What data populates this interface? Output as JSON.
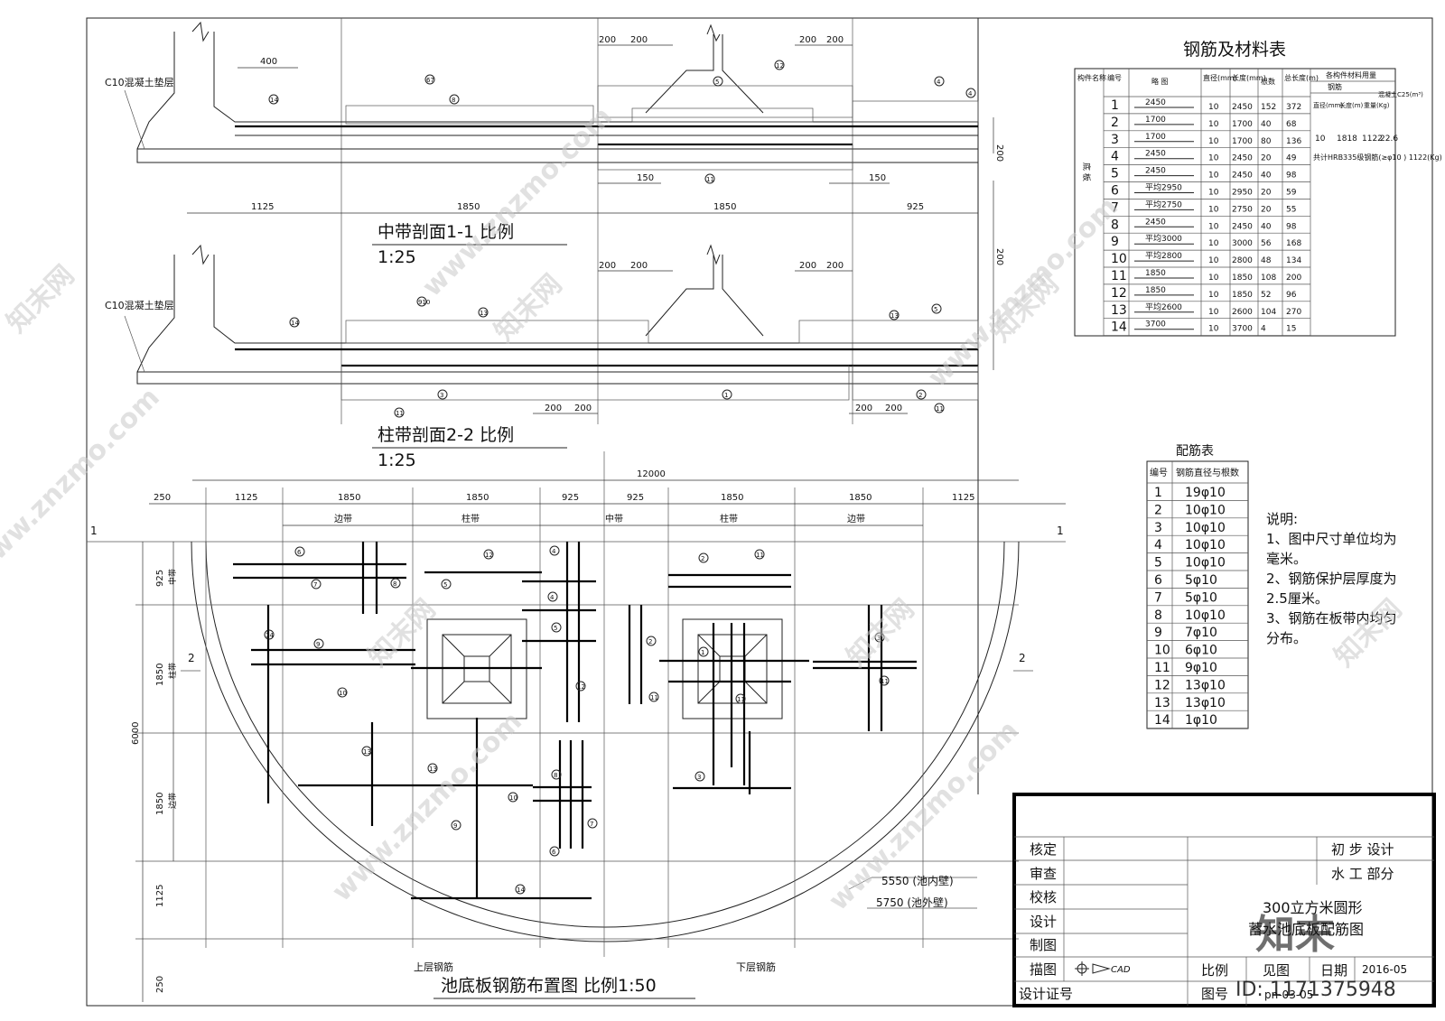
{
  "sheet": {
    "section1": {
      "title": "中带剖面1-1  比例",
      "scale": "1:25"
    },
    "section2": {
      "title": "柱带剖面2-2  比例",
      "scale": "1:25"
    },
    "plan": {
      "title": "池底板钢筋布置图  比例1:50"
    },
    "c10_label": "C10混凝土垫层"
  },
  "dimensions": {
    "sec1_top_400": "400",
    "sec_200": "200",
    "sec_150": "150",
    "sec_1125": "1125",
    "sec_1850": "1850",
    "sec_925": "925",
    "plan_total": "12000",
    "plan_h": [
      "250",
      "1125",
      "1850",
      "1850",
      "925",
      "925",
      "1850",
      "1850",
      "1125"
    ],
    "plan_v_6000": "6000",
    "plan_v": [
      "925",
      "1850",
      "1850",
      "1125",
      "250"
    ],
    "strips_h": [
      "边带",
      "柱带",
      "中带",
      "柱带",
      "边带"
    ],
    "strips_v": [
      "中带",
      "柱带",
      "边带"
    ],
    "radius_inner": "5550 (池内壁)",
    "radius_outer": "5750 (池外壁)",
    "upper": "上层钢筋",
    "lower": "下层钢筋",
    "cut1": "1",
    "cut2": "2"
  },
  "material_table": {
    "title": "钢筋及材料表",
    "headers": [
      "构件名称",
      "编号",
      "略  图",
      "直径(mm)",
      "长度(mm)",
      "根数",
      "总长度(m)",
      "各构件材料用量"
    ],
    "sub_headers": [
      "钢筋",
      "直径(mm)",
      "长度(m)",
      "重量(Kg)",
      "混凝土C25(m³)"
    ],
    "component": "底        板",
    "rows": [
      {
        "no": "1",
        "sketch": "2450",
        "d": "10",
        "len": "2450",
        "n": "152",
        "total": "372"
      },
      {
        "no": "2",
        "sketch": "1700",
        "d": "10",
        "len": "1700",
        "n": "40",
        "total": "68"
      },
      {
        "no": "3",
        "sketch": "1700",
        "d": "10",
        "len": "1700",
        "n": "80",
        "total": "136"
      },
      {
        "no": "4",
        "sketch": "2450",
        "d": "10",
        "len": "2450",
        "n": "20",
        "total": "49"
      },
      {
        "no": "5",
        "sketch": "2450",
        "d": "10",
        "len": "2450",
        "n": "40",
        "total": "98"
      },
      {
        "no": "6",
        "sketch": "平均2950",
        "d": "10",
        "len": "2950",
        "n": "20",
        "total": "59"
      },
      {
        "no": "7",
        "sketch": "平均2750",
        "d": "10",
        "len": "2750",
        "n": "20",
        "total": "55"
      },
      {
        "no": "8",
        "sketch": "2450",
        "d": "10",
        "len": "2450",
        "n": "40",
        "total": "98"
      },
      {
        "no": "9",
        "sketch": "平均3000",
        "d": "10",
        "len": "3000",
        "n": "56",
        "total": "168"
      },
      {
        "no": "10",
        "sketch": "平均2800",
        "d": "10",
        "len": "2800",
        "n": "48",
        "total": "134"
      },
      {
        "no": "11",
        "sketch": "1850",
        "d": "10",
        "len": "1850",
        "n": "108",
        "total": "200"
      },
      {
        "no": "12",
        "sketch": "1850",
        "d": "10",
        "len": "1850",
        "n": "52",
        "total": "96"
      },
      {
        "no": "13",
        "sketch": "平均2600",
        "d": "10",
        "len": "2600",
        "n": "104",
        "total": "270"
      },
      {
        "no": "14",
        "sketch": "3700",
        "d": "10",
        "len": "3700",
        "n": "4",
        "total": "15"
      }
    ],
    "usage": {
      "d": "10",
      "len": "1818",
      "kg": "1122",
      "concrete": "22.6"
    },
    "note": "共计HRB335级钢筋(≥φ10 ) 1122(Kg)"
  },
  "rebar_table": {
    "title": "配筋表",
    "headers": [
      "编号",
      "钢筋直径与根数"
    ],
    "rows": [
      [
        "1",
        "19φ10"
      ],
      [
        "2",
        "10φ10"
      ],
      [
        "3",
        "10φ10"
      ],
      [
        "4",
        "10φ10"
      ],
      [
        "5",
        "10φ10"
      ],
      [
        "6",
        "5φ10"
      ],
      [
        "7",
        "5φ10"
      ],
      [
        "8",
        "10φ10"
      ],
      [
        "9",
        "7φ10"
      ],
      [
        "10",
        "6φ10"
      ],
      [
        "11",
        "9φ10"
      ],
      [
        "12",
        "13φ10"
      ],
      [
        "13",
        "13φ10"
      ],
      [
        "14",
        "1φ10"
      ]
    ]
  },
  "notes": {
    "title": "说明:",
    "lines": [
      "1、图中尺寸单位均为",
      "毫米。",
      "2、钢筋保护层厚度为",
      "2.5厘米。",
      "3、钢筋在板带内均匀",
      "分布。"
    ]
  },
  "title_block": {
    "roles": [
      "核定",
      "审查",
      "校核",
      "设计",
      "制图",
      "描图",
      "设计证号"
    ],
    "stage": "初  步  设计",
    "dept": "水  工  部分",
    "drawing_title_1": "300立方米圆形",
    "drawing_title_2": "蓄水池底板配筋图",
    "scale_label": "比例",
    "scale_value": "见图",
    "date_label": "日期",
    "date_value": "2016-05",
    "no_label": "图号",
    "no_value": "pn-03-05",
    "cad": "CAD"
  },
  "watermark": {
    "site": "www.znzmo.com",
    "brand": "知末网",
    "id": "ID: 1171375948",
    "logo": "知末"
  }
}
